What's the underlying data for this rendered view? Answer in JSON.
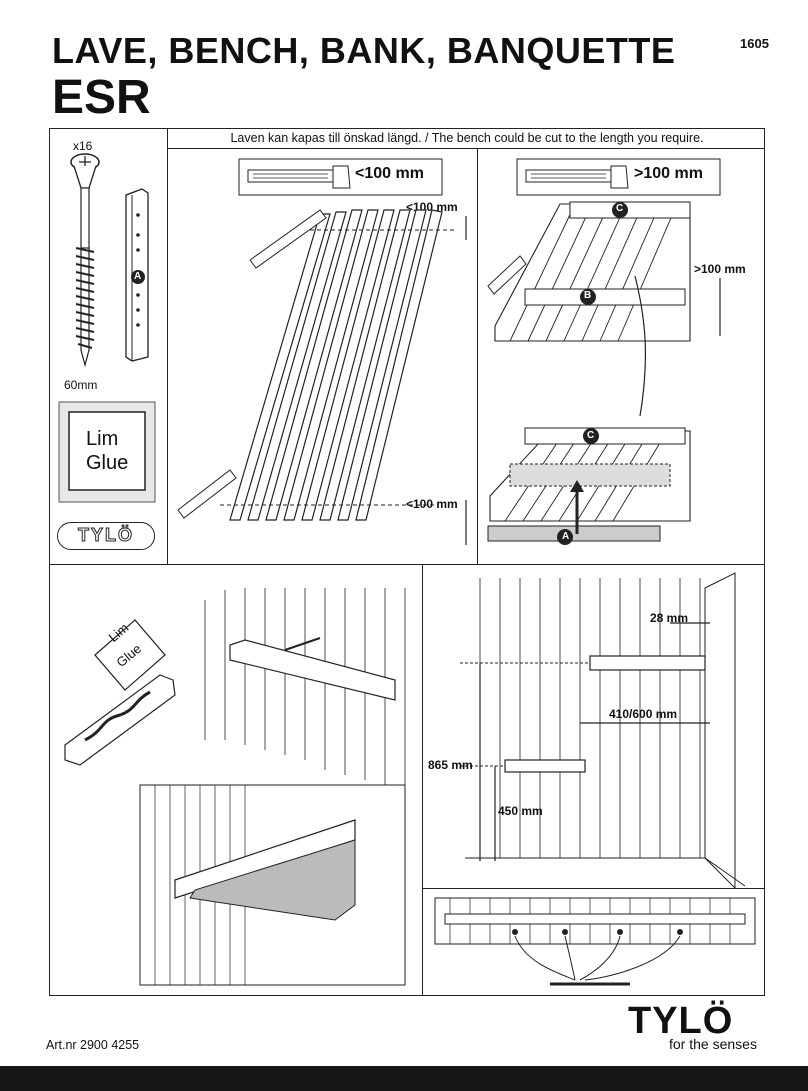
{
  "header": {
    "title": "LAVE, BENCH, BANK, BANQUETTE",
    "model": "ESR",
    "doc_number": "1605"
  },
  "caption": "Laven kan kapas till önskad längd. / The bench could be cut to the length you require.",
  "parts": {
    "screw_qty": "x16",
    "screw_length": "60mm",
    "glue_line1": "Lim",
    "glue_line2": "Glue",
    "bracket_label": "A",
    "brand_badge": "TYLÖ"
  },
  "cut_short": {
    "saw_label": "<100 mm",
    "dim_top": "<100 mm",
    "dim_bottom": "<100 mm"
  },
  "cut_long": {
    "saw_label": ">100 mm",
    "dim_right": ">100 mm",
    "label_c": "C",
    "label_b": "B",
    "label_a": "A"
  },
  "mounting": {
    "glue_line1": "Lim",
    "glue_line2": "Glue",
    "dim_gap": "28 mm",
    "dim_spacing": "410/600 mm",
    "dim_height_top": "865 mm",
    "dim_height_low": "450 mm"
  },
  "footer": {
    "article_number": "Art.nr 2900 4255",
    "brand": "TYLÖ",
    "tagline": "for the senses"
  }
}
